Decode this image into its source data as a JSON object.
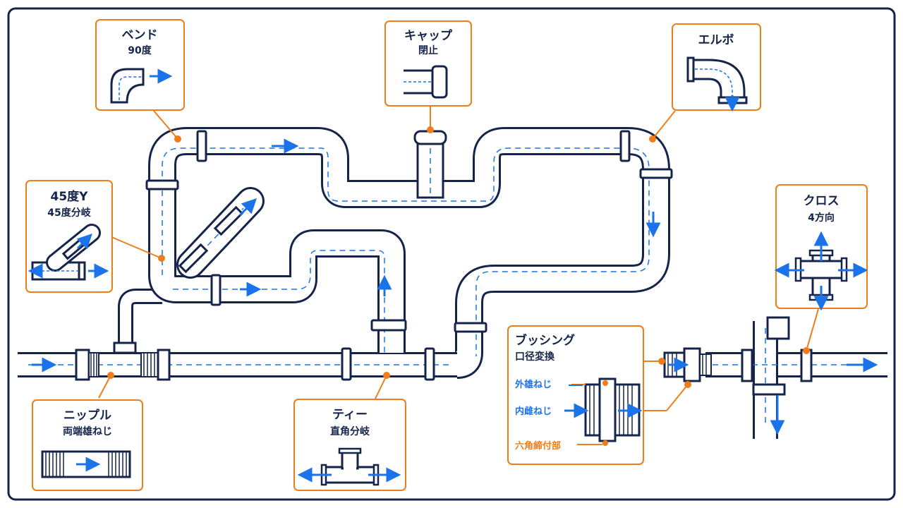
{
  "colors": {
    "navy": "#15244a",
    "flow_blue": "#1a73e8",
    "callout_orange": "#ef7d1a",
    "pipe_fill": "#ffffff",
    "frame_border": "#15244a"
  },
  "callouts": {
    "bend": {
      "title": "ベンド",
      "sub": "90度",
      "icon": "bend-90-icon"
    },
    "cap": {
      "title": "キャップ",
      "sub": "閉止",
      "icon": "cap-icon"
    },
    "elbow": {
      "title": "エルボ",
      "icon": "elbow-icon"
    },
    "wye45": {
      "title": "45度Y",
      "sub": "45度分岐",
      "icon": "wye-45-icon"
    },
    "cross": {
      "title": "クロス",
      "sub": "4方向",
      "icon": "cross-icon"
    },
    "bushing": {
      "title": "ブッシング",
      "sub": "口径変換",
      "labels": {
        "male": "外雄ねじ",
        "female": "内雌ねじ",
        "hex": "六角締付部"
      },
      "icon": "bushing-icon"
    },
    "nipple": {
      "title": "ニップル",
      "sub": "両端雄ねじ",
      "icon": "nipple-icon"
    },
    "tee": {
      "title": "ティー",
      "sub": "直角分岐",
      "icon": "tee-icon"
    }
  }
}
